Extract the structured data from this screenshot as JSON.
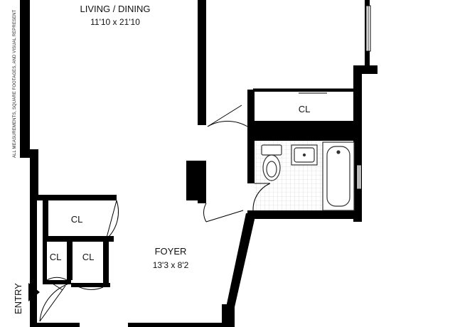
{
  "rooms": {
    "living_dining": {
      "name": "LIVING / DINING",
      "dimensions": "11'10 x 21'10"
    },
    "foyer": {
      "name": "FOYER",
      "dimensions": "13'3 x 8'2"
    }
  },
  "closets": {
    "bath_top": "CL",
    "foyer_large": "CL",
    "small_left": "CL",
    "small_right": "CL"
  },
  "entry_label": "ENTRY",
  "disclaimer": "ALL MEASUREMENTS, SQUARE FOOTAGES, AND VISUAL REPRESENT",
  "colors": {
    "wall": "#000000",
    "background": "#ffffff",
    "fixture_stroke": "#333333",
    "tile_grid": "#cccccc"
  }
}
